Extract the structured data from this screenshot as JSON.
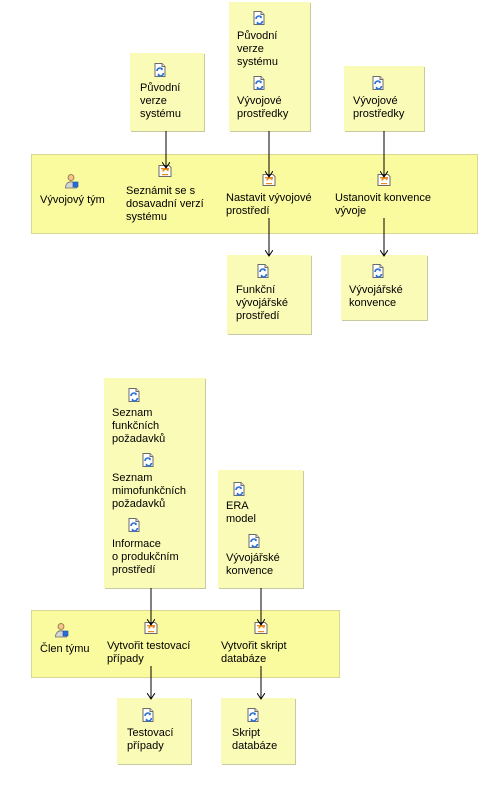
{
  "diagram1": {
    "role": "Vývojový tým",
    "tasks": {
      "seznamit": "Seznámit se s\ndosavadní verzí\nsystému",
      "nastavit": "Nastavit vývojové\nprostředí",
      "ustanovit": "Ustanovit konvence\nvývoje"
    },
    "inputs": {
      "puvodni_left": "Původní\nverze\nsystému",
      "puvodni_top": "Původní\nverze\nsystému",
      "vyvojove_top": "Vývojové\nprostředky",
      "vyvojove_right": "Vývojové\nprostředky"
    },
    "outputs": {
      "funkcni": "Funkční\nvývojářské\nprostředí",
      "konvence": "Vývojářské\nkonvence"
    }
  },
  "diagram2": {
    "role": "Člen týmu",
    "tasks": {
      "testovaci": "Vytvořit testovací\npřípady",
      "skript": "Vytvořit skript\ndatabáze"
    },
    "inputs": {
      "funkcnich": "Seznam\nfunkčních\npožadavků",
      "mimofunkcnich": "Seznam\nmimofunkčních\npožadavků",
      "informace": "Informace\no produkčním\nprostředí",
      "era": "ERA\nmodel",
      "konvence": "Vývojářské\nkonvence"
    },
    "outputs": {
      "testovaci": "Testovací\npřípady",
      "skript": "Skript\ndatabáze"
    }
  },
  "colors": {
    "lane": "#fafa9f",
    "box": "#fbfbb8",
    "arrow": "#000000",
    "icon_blue": "#2a6fd6",
    "icon_orange": "#e88a1a"
  }
}
